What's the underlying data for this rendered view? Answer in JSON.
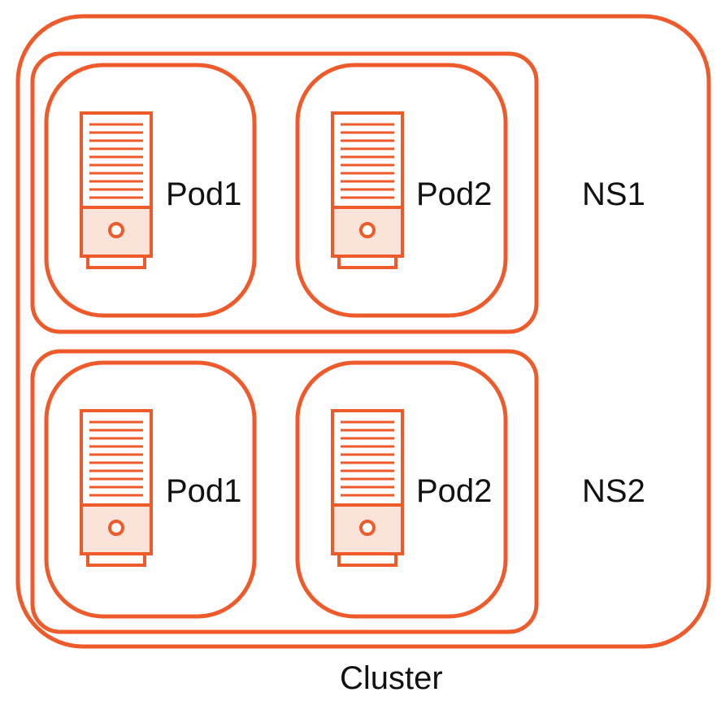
{
  "accent_color": "#EE5A29",
  "server_fill": "#FBE3DA",
  "cluster": {
    "label": "Cluster"
  },
  "namespaces": [
    {
      "label": "NS1",
      "pods": [
        {
          "label": "Pod1",
          "icon": "server-icon"
        },
        {
          "label": "Pod2",
          "icon": "server-icon"
        }
      ]
    },
    {
      "label": "NS2",
      "pods": [
        {
          "label": "Pod1",
          "icon": "server-icon"
        },
        {
          "label": "Pod2",
          "icon": "server-icon"
        }
      ]
    }
  ]
}
